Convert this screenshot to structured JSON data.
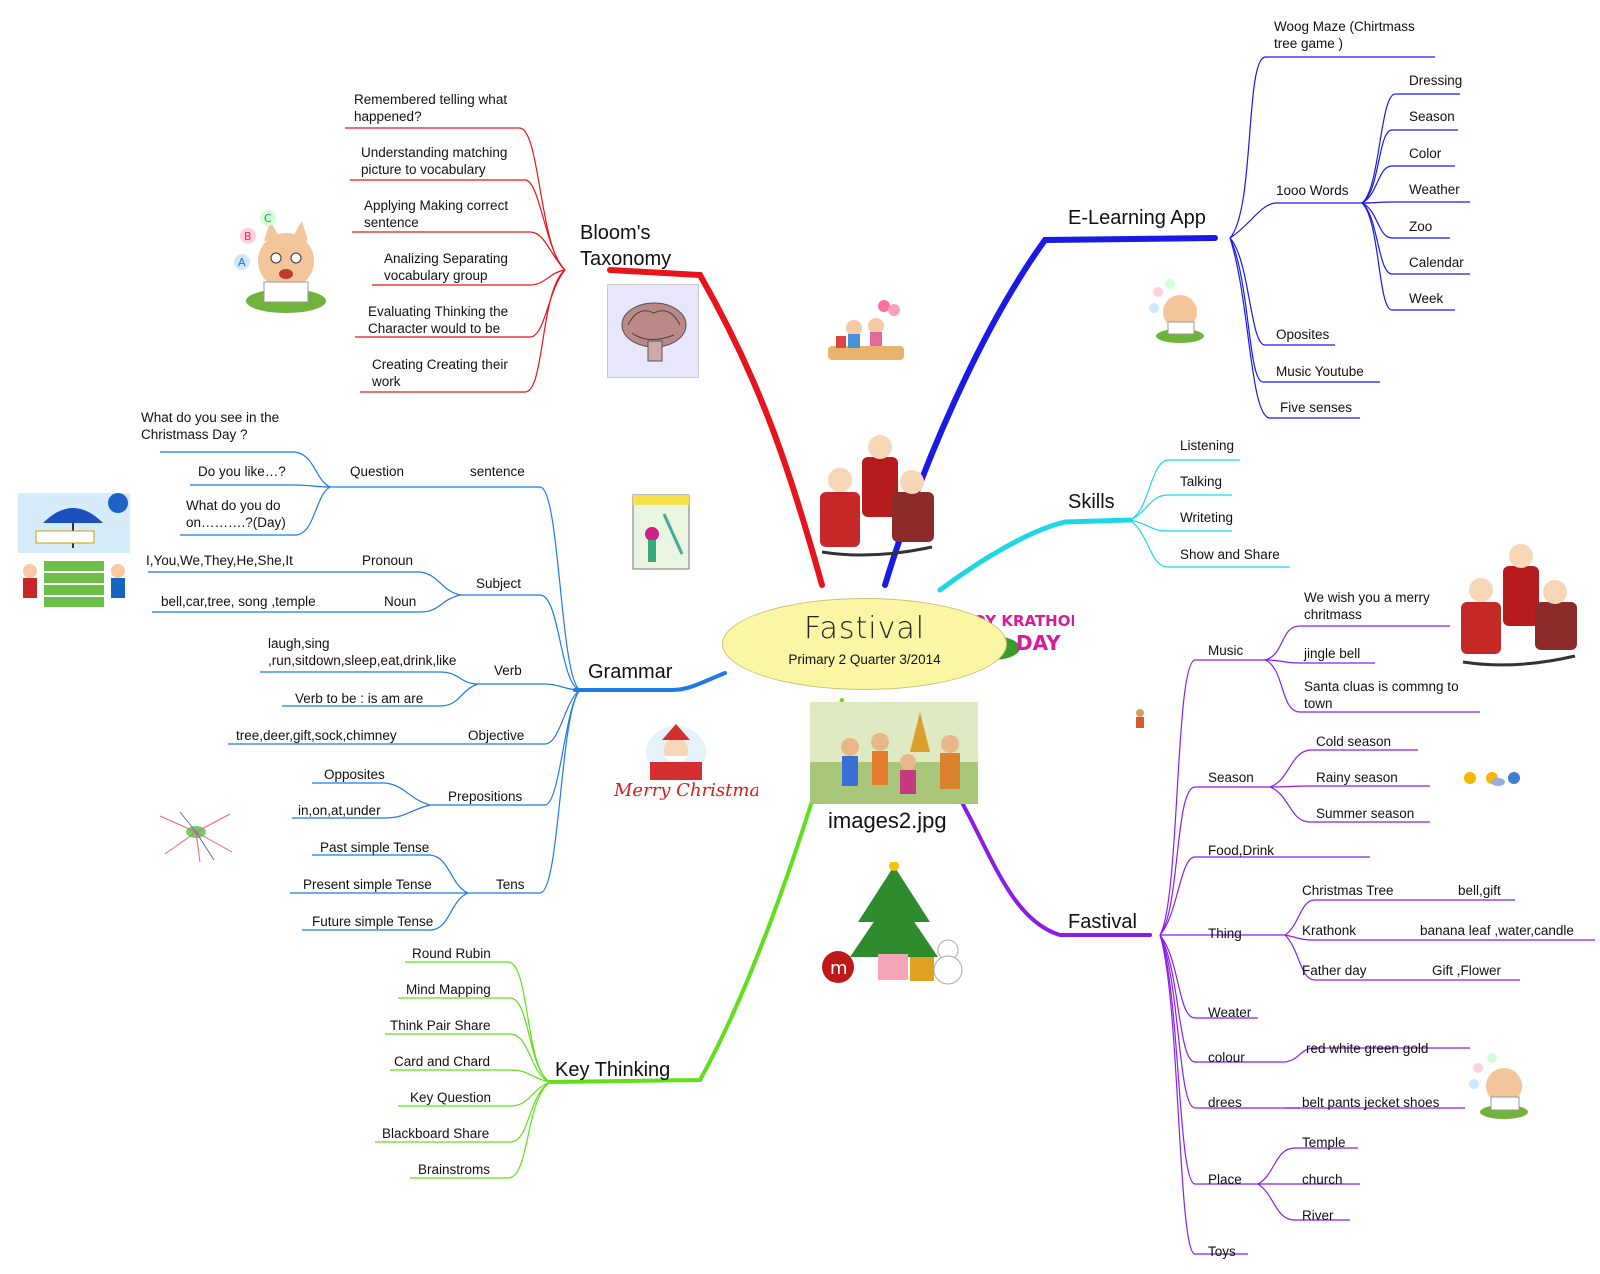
{
  "center": {
    "title": "Fastival",
    "subtitle": "Primary 2 Quarter 3/2014"
  },
  "image_caption": "images2.jpg",
  "blooms": {
    "label": "Bloom's\nTaxonomy",
    "items": [
      "Remembered telling what happened?",
      "Understanding matching picture to vocabulary",
      "Applying Making correct sentence",
      "Analizing Separating vocabulary group",
      "Evaluating Thinking the Character would to be",
      "Creating Creating their work"
    ]
  },
  "elearning": {
    "label": "E-Learning App",
    "woog": "Woog Maze (Chirtmass tree game )",
    "words": "1ooo Words",
    "word_items": [
      "Dressing",
      "Season",
      "Color",
      "Weather",
      "Zoo",
      "Calendar",
      "Week"
    ],
    "oposites": "Oposites",
    "music": "Music  Youtube",
    "five": "Five senses"
  },
  "skills": {
    "label": "Skills",
    "items": [
      "Listening",
      "Talking",
      "Writeting",
      "Show and Share"
    ]
  },
  "grammar": {
    "label": "Grammar",
    "sentence": "sentence",
    "question": "Question",
    "q_items": [
      "What do you see in the Christmass Day ?",
      "Do you like…?",
      "What do you do on……….?(Day)"
    ],
    "subject": "Subject",
    "pronoun": "Pronoun",
    "pronoun_val": "I,You,We,They,He,She,It",
    "noun": "Noun",
    "noun_val": "bell,car,tree, song ,temple",
    "verb": "Verb",
    "verb_items": [
      "laugh,sing ,run,sitdown,sleep,eat,drink,like",
      "Verb to be : is am are"
    ],
    "objective": "Objective",
    "objective_val": "tree,deer,gift,sock,chimney",
    "prepositions": "Prepositions",
    "prep_items": [
      "Opposites",
      "in,on,at,under"
    ],
    "tens": "Tens",
    "tens_items": [
      "Past  simple Tense",
      "Present simple Tense",
      "Future simple Tense"
    ]
  },
  "keythinking": {
    "label": "Key Thinking",
    "items": [
      "Round Rubin",
      "Mind Mapping",
      "Think Pair Share",
      "Card and Chard",
      "Key Question",
      "Blackboard Share",
      "Brainstroms"
    ]
  },
  "fastival": {
    "label": "Fastival",
    "music": "Music",
    "music_items": [
      "We wish you a merry chritmass",
      "jingle bell",
      "Santa cluas is commng to town"
    ],
    "season": "Season",
    "season_items": [
      "Cold season",
      "Rainy season",
      "Summer season"
    ],
    "food": "Food,Drink",
    "thing": "Thing",
    "thing_items": [
      {
        "name": "Christmas Tree",
        "value": "bell,gift"
      },
      {
        "name": "Krathonk",
        "value": "banana leaf ,water,candle"
      },
      {
        "name": "Father day",
        "value": "Gift ,Flower"
      }
    ],
    "weater": "Weater",
    "colour": "colour",
    "colour_val": "red white green gold",
    "drees": "drees",
    "drees_val": "belt pants jecket shoes",
    "place": "Place",
    "place_items": [
      "Temple",
      "church",
      "River"
    ],
    "toys": "Toys"
  },
  "decor": {
    "merry_christmas": "Merry Christmas",
    "loy_krathong_day": "LOY KRATHONG DAY",
    "abc_letters": [
      "A",
      "B",
      "C"
    ]
  },
  "colors": {
    "blooms": "#e8141c",
    "elearning": "#1a1ae6",
    "skills": "#1fd6e6",
    "grammar": "#1e7be6",
    "keythinking": "#5fe01a",
    "fastival": "#8a1ee6",
    "center_fill": "#fbf6a3"
  }
}
